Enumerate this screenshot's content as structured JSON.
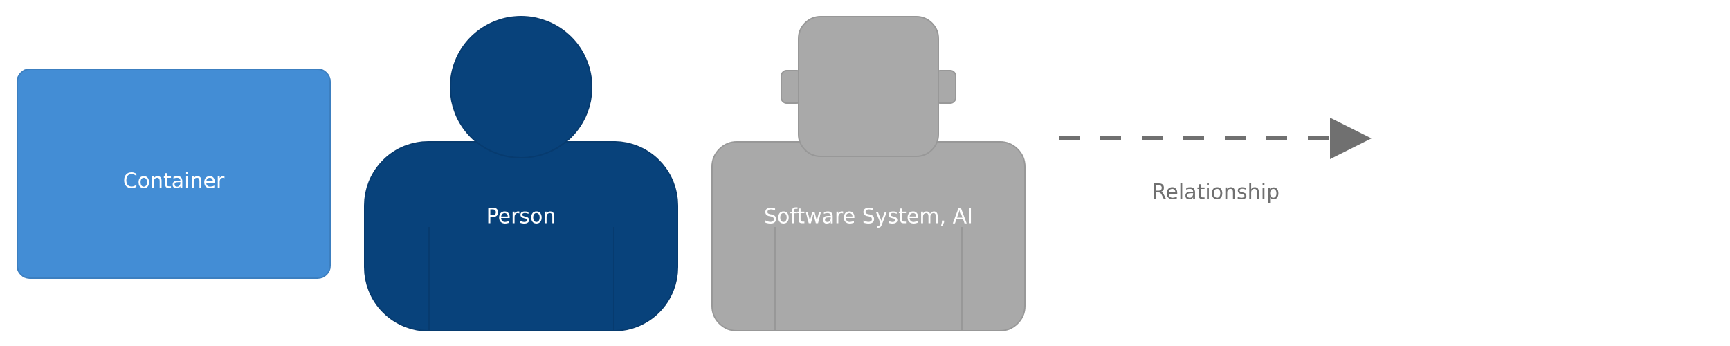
{
  "elements": {
    "container": {
      "label": "Container",
      "fill": "#438dd5",
      "stroke": "#3c7fc0"
    },
    "person": {
      "label": "Person",
      "fill": "#08427b",
      "stroke": "#073b6f"
    },
    "software_system_ai": {
      "label": "Software System, AI",
      "fill": "#a9a9a9",
      "stroke": "#989898"
    },
    "relationship": {
      "label": "Relationship",
      "line_color": "#707070",
      "label_color": "#707070",
      "style": "dashed"
    }
  }
}
